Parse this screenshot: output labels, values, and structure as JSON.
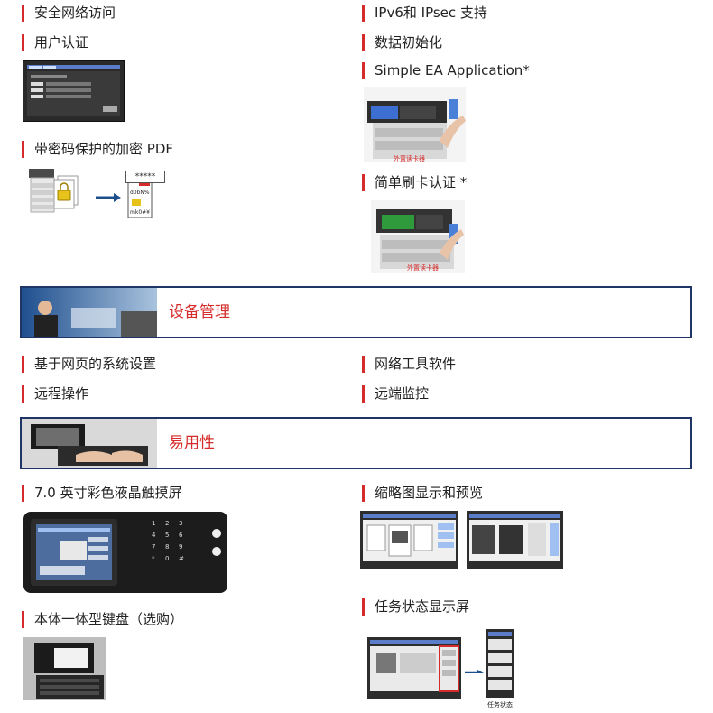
{
  "left_features": [
    "安全网络访问",
    "用户认证",
    "带密码保护的加密 PDF"
  ],
  "right_features": [
    "IPv6和 IPsec 支持",
    "数据初始化",
    "Simple EA Application*",
    "简单刷卡认证 *"
  ],
  "pdf_password_mask": "*****",
  "card_reader_caption": "外置读卡器",
  "device_management": {
    "title": "设备管理",
    "features": [
      "基于网页的系统设置",
      "网络工具软件",
      "远程操作",
      "远端监控"
    ]
  },
  "usability": {
    "title": "易用性",
    "features": [
      "7.0 英寸彩色液晶触摸屏",
      "缩略图显示和预览",
      "本体一体型键盘（选购）",
      "任务状态显示屏"
    ]
  },
  "keypad_keys": [
    "1",
    "2",
    "3",
    "4",
    "5",
    "6",
    "7",
    "8",
    "9",
    "*",
    "0",
    "#"
  ],
  "job_status_caption": "任务状态",
  "colors": {
    "accent_red": "#d62b2b",
    "banner_border": "#1e3566"
  }
}
